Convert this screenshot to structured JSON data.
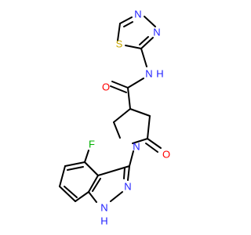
{
  "molecule": {
    "atoms": {
      "S": "S",
      "N_thiadiazole_top": "N",
      "N_thiadiazole_right": "N",
      "N_amide": "N",
      "H_amide": "H",
      "O_amide": "O",
      "N_pyrrolidine": "N",
      "O_lactam": "O",
      "F": "F",
      "N_indazole_2": "N",
      "N_indazole_1": "N",
      "H_indazole": "H"
    },
    "colors": {
      "nitrogen": "#2020ff",
      "oxygen": "#ff0000",
      "sulfur": "#c8a800",
      "fluorine": "#00b000",
      "hydrogen": "#2020ff"
    }
  }
}
